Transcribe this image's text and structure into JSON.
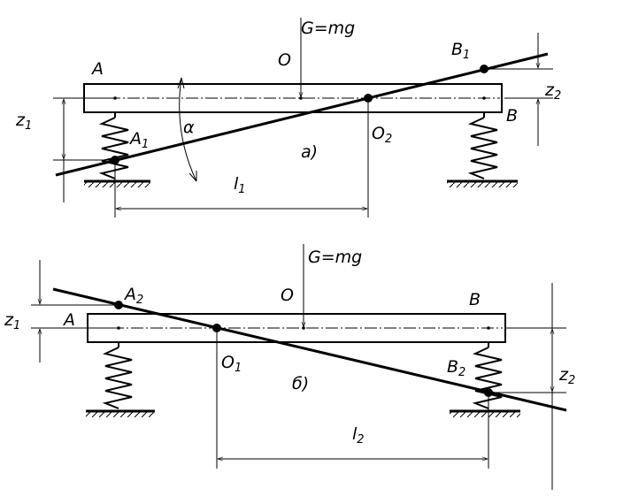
{
  "diagram_a": {
    "force": "G=mg",
    "point_A": "A",
    "point_O": "O",
    "point_B1": "B",
    "point_B1_sub": "1",
    "point_B": "B",
    "point_A1": "A",
    "point_A1_sub": "1",
    "point_O2": "O",
    "point_O2_sub": "2",
    "angle": "α",
    "caption": "а)",
    "dim_z1": "z",
    "dim_z1_sub": "1",
    "dim_z2": "z",
    "dim_z2_sub": "2",
    "dim_l1": "l",
    "dim_l1_sub": "1"
  },
  "diagram_b": {
    "force": "G=mg",
    "point_A2": "A",
    "point_A2_sub": "2",
    "point_O": "O",
    "point_B": "B",
    "point_A": "A",
    "point_O1": "O",
    "point_O1_sub": "1",
    "point_B2": "B",
    "point_B2_sub": "2",
    "caption": "б)",
    "dim_z1": "z",
    "dim_z1_sub": "1",
    "dim_z2": "z",
    "dim_z2_sub": "2",
    "dim_l2": "l",
    "dim_l2_sub": "2"
  }
}
